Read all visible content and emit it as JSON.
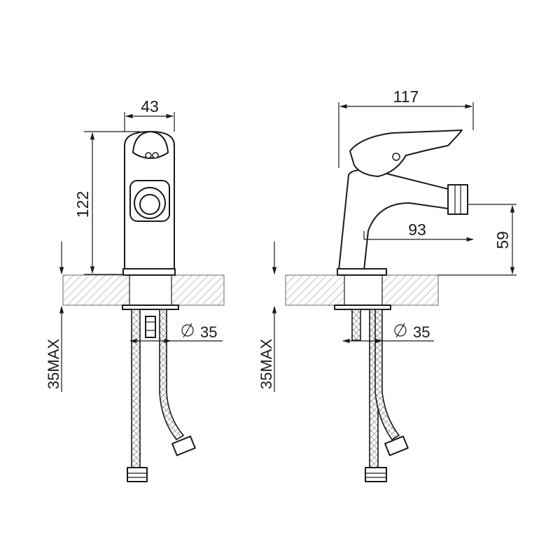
{
  "front_view": {
    "width_dim": "43",
    "height_dim": "122",
    "hole_dim": "35",
    "counter_dim": "35MAX"
  },
  "side_view": {
    "length_dim": "117",
    "spout_reach_dim": "93",
    "spout_height_dim": "59",
    "hole_dim": "35",
    "counter_dim": "35MAX"
  }
}
